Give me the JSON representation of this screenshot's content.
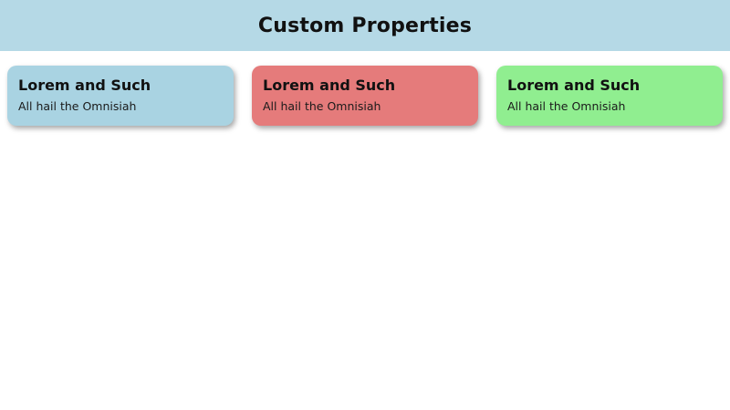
{
  "header": {
    "title": "Custom Properties",
    "bg_color": "#b5d9e6"
  },
  "cards": [
    {
      "title": "Lorem and Such",
      "subtitle": "All hail the Omnisiah",
      "bg_color": "#a9d3e2"
    },
    {
      "title": "Lorem and Such",
      "subtitle": "All hail the Omnisiah",
      "bg_color": "#e57b7b"
    },
    {
      "title": "Lorem and Such",
      "subtitle": "All hail the Omnisiah",
      "bg_color": "#90ee90"
    }
  ]
}
